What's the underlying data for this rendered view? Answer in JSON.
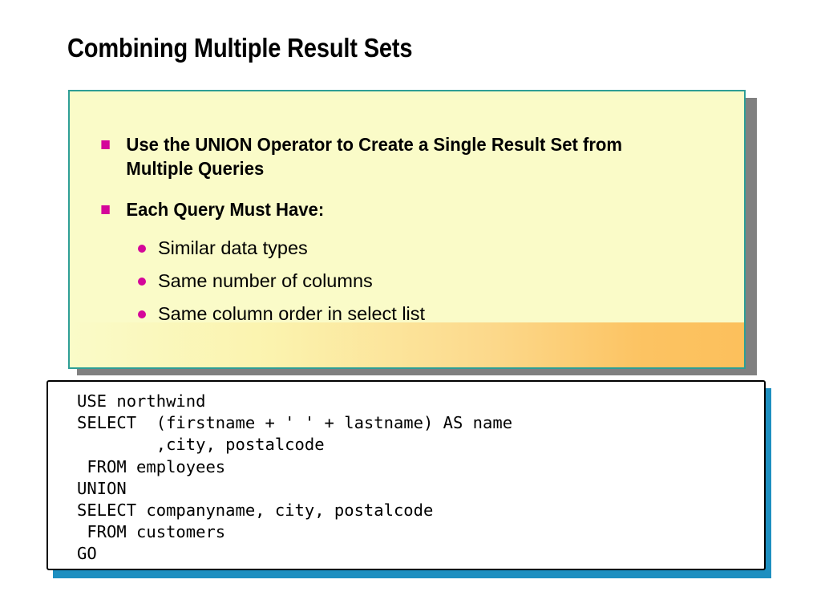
{
  "slide": {
    "title": "Combining Multiple Result Sets",
    "background_color": "#ffffff"
  },
  "content_box": {
    "background_color": "#fafbc8",
    "border_color": "#2e9e96",
    "accent_gradient_color": "#fcc05c",
    "shadow_color": "#808080",
    "bullet_marker_color": "#d4069a",
    "bullets": [
      {
        "level": 1,
        "marker": "square-bullet-icon",
        "text": "Use the UNION Operator to Create a Single Result Set from Multiple Queries"
      },
      {
        "level": 1,
        "marker": "square-bullet-icon",
        "text": "Each Query Must Have:"
      },
      {
        "level": 2,
        "marker": "round-bullet-icon",
        "text": "Similar data types"
      },
      {
        "level": 2,
        "marker": "round-bullet-icon",
        "text": "Same number of columns"
      },
      {
        "level": 2,
        "marker": "round-bullet-icon",
        "text": "Same column order in select list"
      }
    ]
  },
  "code_box": {
    "background_color": "#ffffff",
    "border_color": "#000000",
    "shadow_color": "#1e8fc0",
    "code": "USE northwind\nSELECT  (firstname + ' ' + lastname) AS name\n        ,city, postalcode\n FROM employees\nUNION\nSELECT companyname, city, postalcode\n FROM customers\nGO",
    "lines": [
      "USE northwind",
      "SELECT  (firstname + ' ' + lastname) AS name",
      "        ,city, postalcode",
      " FROM employees",
      "UNION",
      "SELECT companyname, city, postalcode",
      " FROM customers",
      "GO"
    ]
  }
}
